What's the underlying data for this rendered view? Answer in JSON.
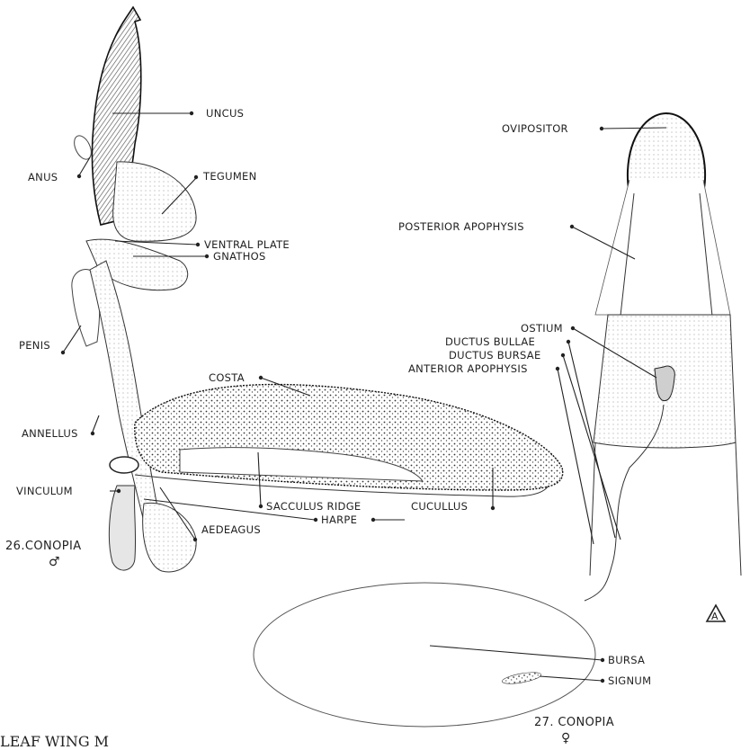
{
  "figure_26": {
    "labels": {
      "uncus": "UNCUS",
      "anus": "ANUS",
      "tegumen": "TEGUMEN",
      "ventral_plate": "VENTRAL PLATE",
      "gnathos": "GNATHOS",
      "penis": "PENIS",
      "costa": "COSTA",
      "annellus": "ANNELLUS",
      "vinculum": "VINCULUM",
      "sacculus_ridge": "SACCULUS RIDGE",
      "cucullus": "CUCULLUS",
      "aedeagus": "AEDEAGUS",
      "harpe": "HARPE"
    },
    "caption": "26.CONOPIA",
    "sex_symbol": "♂"
  },
  "figure_27": {
    "labels": {
      "ovipositor": "OVIPOSITOR",
      "posterior_apophysis": "POSTERIOR APOPHYSIS",
      "ostium": "OSTIUM",
      "ductus_bullae": "DUCTUS BULLAE",
      "ductus_bursae": "DUCTUS BURSAE",
      "anterior_apophysis": "ANTERIOR APOPHYSIS",
      "bursa": "BURSA",
      "signum": "SIGNUM"
    },
    "caption": "27. CONOPIA",
    "sex_symbol": "♀"
  },
  "monogram": "A",
  "footer_text": "LEAF WING M"
}
